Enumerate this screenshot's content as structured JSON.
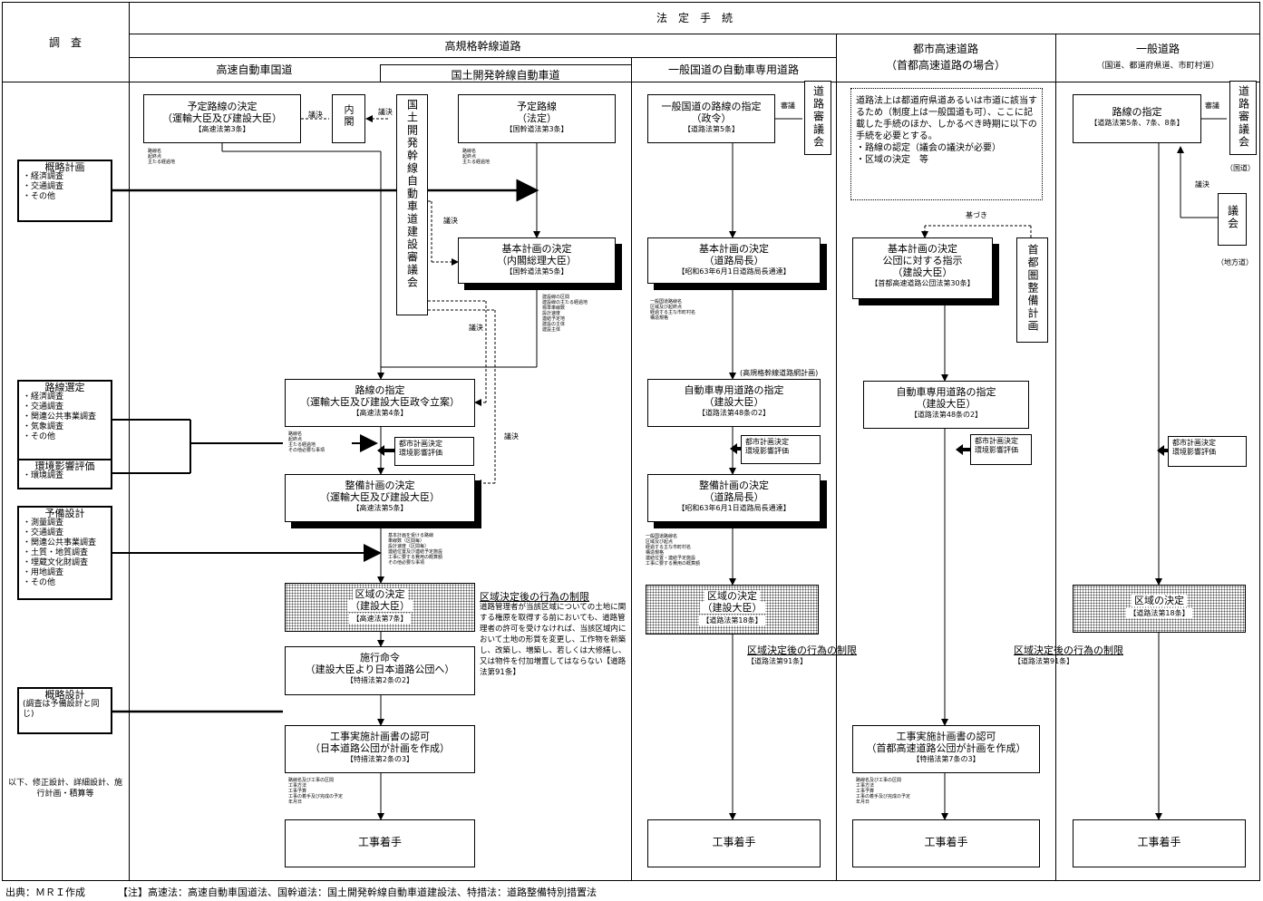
{
  "header": {
    "survey": "調　査",
    "legal": "法　定　手　続",
    "koki": "高規格幹線道路",
    "kosoku": "高速自動車国道",
    "kokkan": "国土開発幹線自動車道",
    "ippan_kokudo": "一般国道の自動車専用道路",
    "toshi_title": "都市高速道路",
    "toshi_sub": "（首都高速道路の場合）",
    "ippan_title": "一般道路",
    "ippan_sub": "（国道、都道府県道、市町村道）"
  },
  "left": {
    "gairyaku": {
      "title": "概略計画",
      "items": [
        "・経済調査",
        "・交通調査",
        "・その他"
      ]
    },
    "rosen": {
      "title": "路線選定",
      "items": [
        "・経済調査",
        "・交通調査",
        "・関連公共事業調査",
        "・気象調査",
        "・その他"
      ]
    },
    "kankyo": {
      "title": "環境影響評価",
      "items": [
        "・環境調査"
      ]
    },
    "yobi": {
      "title": "予備設計",
      "items": [
        "・測量調査",
        "・交通調査",
        "・関連公共事業調査",
        "・土質・地質調査",
        "・埋蔵文化財調査",
        "・用地調査",
        "・その他"
      ]
    },
    "gairyaku_sekkei": {
      "title": "概略設計",
      "note": "(調査は予備設計と同じ)"
    },
    "ika": "以下、修正設計、詳細設計、施行計画・積算等"
  },
  "col1": {
    "yotei_kettei": {
      "l1": "予定路線の決定",
      "l2": "（運輸大臣及び建設大臣）",
      "ref": "【高速法第3条】"
    },
    "naikaku": "内閣",
    "shingikai": "国土開発幹線自動車道建設審議会",
    "yotei_rosen": {
      "l1": "予定路線",
      "l2": "（法定）",
      "ref": "【国幹道法第3条】"
    },
    "kihon": {
      "l1": "基本計画の決定",
      "l2": "（内閣総理大臣）",
      "ref": "【国幹道法第5条】"
    },
    "shitei": {
      "l1": "路線の指定",
      "l2": "（運輸大臣及び建設大臣政令立案）",
      "ref": "【高速法第4条】"
    },
    "toshi_hyoka": "都市計画決定\n環境影響評価",
    "seibi": {
      "l1": "整備計画の決定",
      "l2": "（運輸大臣及び建設大臣）",
      "ref": "【高速法第5条】"
    },
    "kuiki": {
      "l1": "区域の決定",
      "l2": "（建設大臣）",
      "ref": "【高速法第7条】"
    },
    "seigen": {
      "title": "区域決定後の行為の制限",
      "text": "道路管理者が当該区域についての土地に関する権原を取得する前においても、道路管理者の許可を受けなければ、当該区域内において土地の形質を変更し、工作物を新築し、改築し、増築し、若しくは大修繕し、又は物件を付加増置してはならない【道路法第91条】"
    },
    "shiko": {
      "l1": "施行命令",
      "l2": "（建設大臣より日本道路公団へ）",
      "ref": "【特措法第2条の2】"
    },
    "jisshi": {
      "l1": "工事実施計画書の認可",
      "l2": "（日本道路公団が計画を作成）",
      "ref": "【特措法第2条の3】"
    },
    "chakushu": "工事着手",
    "giketsu": "議決"
  },
  "col2": {
    "shitei": {
      "l1": "一般国道の路線の指定",
      "l2": "（政令）",
      "ref": "【道路法第5条】"
    },
    "shingi": "審議",
    "shingikai": "道路審議会",
    "kihon": {
      "l1": "基本計画の決定",
      "l2": "（道路局長）",
      "ref": "【昭和63年6月1日道路局長通達】"
    },
    "mokei": "(高規格幹線道路網計画)",
    "senyo": {
      "l1": "自動車専用道路の指定",
      "l2": "（建設大臣）",
      "ref": "【道路法第48条の2】"
    },
    "toshi_hyoka": "都市計画決定\n環境影響評価",
    "seibi": {
      "l1": "整備計画の決定",
      "l2": "（道路局長）",
      "ref": "【昭和63年6月1日道路局長通達】"
    },
    "kuiki": {
      "l1": "区域の決定",
      "l2": "（建設大臣）",
      "ref": "【道路法第18条】"
    },
    "seigen": {
      "title": "区域決定後の行為の制限",
      "ref": "【道路法第91条】"
    },
    "chakushu": "工事着手"
  },
  "col3": {
    "note": "道路法上は都道府県道あるいは市道に該当するため（制度上は一般国道も可）、ここに記載した手続のほか、しかるべき時期に以下の手続を必要とする。\n・路線の認定（議会の議決が必要）\n・区域の決定　等",
    "motozuki": "基づき",
    "kihon": {
      "l1": "基本計画の決定",
      "l2": "公団に対する指示",
      "l3": "（建設大臣）",
      "ref": "【首都高速道路公団法第30条】"
    },
    "shuto": "首都圏整備計画",
    "senyo": {
      "l1": "自動車専用道路の指定",
      "l2": "（建設大臣）",
      "ref": "【道路法第48条の2】"
    },
    "toshi_hyoka": "都市計画決定\n環境影響評価",
    "seigen": {
      "title": "区域決定後の行為の制限",
      "ref": "【道路法第91条】"
    },
    "jisshi": {
      "l1": "工事実施計画書の認可",
      "l2": "（首都高速道路公団が計画を作成）",
      "ref": "【特措法第7条の3】"
    },
    "chakushu": "工事着手"
  },
  "col4": {
    "shitei": {
      "l1": "路線の指定",
      "ref": "【道路法第5条、7条、8条】"
    },
    "shingi": "審議",
    "shingikai": "道路審議会",
    "kokudo": "（国道）",
    "giketsu": "議決",
    "gikai": "議会",
    "chiho": "（地方道）",
    "toshi_hyoka": "都市計画決定\n環境影響評価",
    "kuiki": {
      "l1": "区域の決定",
      "ref": "【道路法第18条】"
    },
    "chakushu": "工事着手"
  },
  "footer": {
    "source": "出典：ＭＲＩ作成",
    "note": "【注】高速法：高速自動車国道法、国幹道法：国土開発幹線自動車道建設法、特措法：道路整備特別措置法"
  }
}
